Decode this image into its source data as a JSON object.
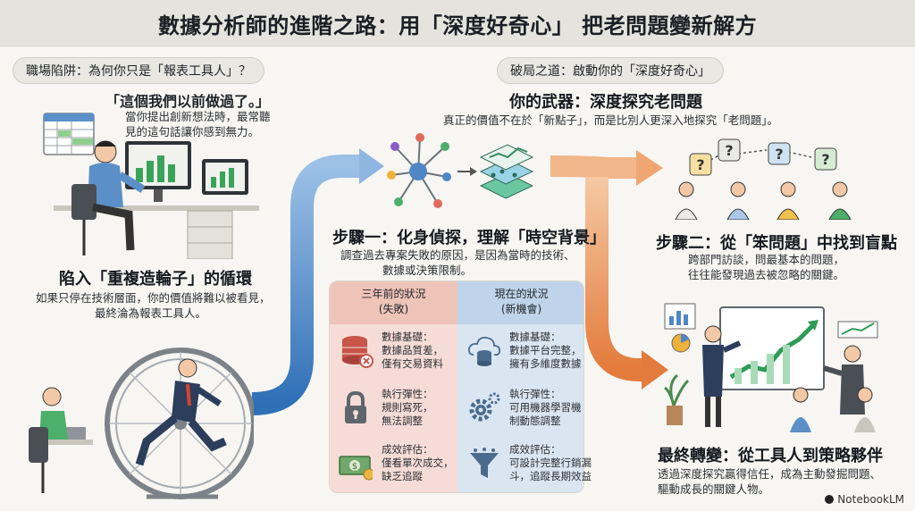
{
  "title": "數據分析師的進階之路：用「深度好奇心」 把老問題變新解方",
  "left_section": {
    "pill": "職場陷阱：為何你只是「報表工具人」？",
    "quote": "「這個我們以前做過了。」",
    "quote_desc_line1": "當你提出創新想法時，最常聽",
    "quote_desc_line2": "見的這句話讓你感到無力。",
    "heading": "陷入「重複造輪子」的循環",
    "desc_line1": "如果只停在技術層面，你的價值將難以被看見，",
    "desc_line2": "最終淪為報表工具人。"
  },
  "right_section": {
    "pill": "破局之道：啟動你的「深度好奇心」",
    "heading": "你的武器：深度探究老問題",
    "desc": "真正的價值不在於「新點子」，而是比別人更深入地探究「老問題」。"
  },
  "step1": {
    "heading": "步驟一：化身偵探，理解「時空背景」",
    "desc_line1": "調查過去專案失敗的原因，是因為當時的技術、",
    "desc_line2": "數據或決策限制。"
  },
  "step2": {
    "heading": "步驟二：從「笨問題」中找到盲點",
    "desc_line1": "跨部門訪談，問最基本的問題，",
    "desc_line2": "往往能發現過去被忽略的關鍵。"
  },
  "final": {
    "heading": "最終轉變：從工具人到策略夥伴",
    "desc_line1": "透過深度探究贏得信任，成為主動發掘問題、",
    "desc_line2": "驅動成長的關鍵人物。"
  },
  "comparison": {
    "past_header_line1": "三年前的狀況",
    "past_header_line2": "(失敗)",
    "now_header_line1": "現在的狀況",
    "now_header_line2": "(新機會)",
    "rows": [
      {
        "past_line1": "數據基礎：",
        "past_line2": "數據品質差，",
        "past_line3": "僅有交易資料",
        "now_line1": "數據基礎：",
        "now_line2": "數據平台完整，",
        "now_line3": "擁有多維度數據"
      },
      {
        "past_line1": "執行彈性：",
        "past_line2": "規則寫死，",
        "past_line3": "無法調整",
        "now_line1": "執行彈性：",
        "now_line2": "可用機器學習機",
        "now_line3": "制動態調整"
      },
      {
        "past_line1": "成效評估：",
        "past_line2": "僅看單次成交，",
        "past_line3": "缺乏追蹤",
        "now_line1": "成效評估：",
        "now_line2": "可設計完整行銷漏",
        "now_line3": "斗，追蹤長期效益"
      }
    ]
  },
  "logo": "NotebookLM",
  "colors": {
    "blue_arrow": "#4f86c6",
    "orange_arrow": "#e8955a",
    "past_bg": "#f6dcd6",
    "now_bg": "#d9e6f2"
  }
}
